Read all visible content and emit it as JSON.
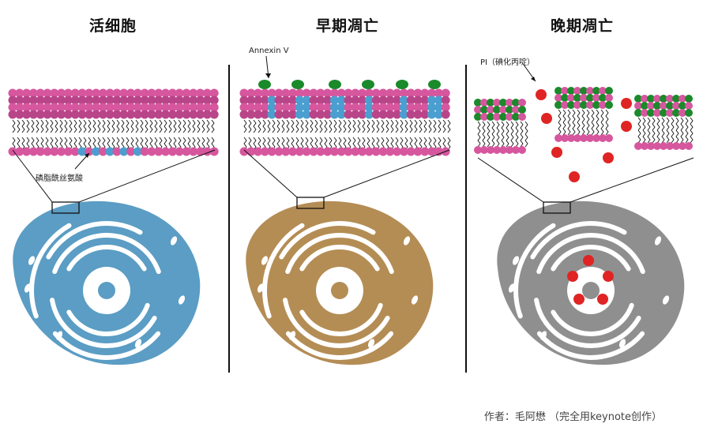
{
  "panels": [
    {
      "title": "活细胞",
      "cell_color": "#5b9dc4",
      "annotation": "磷脂酰丝氨酸"
    },
    {
      "title": "早期凋亡",
      "cell_color": "#b48d55",
      "annotation": "Annexin V"
    },
    {
      "title": "晚期凋亡",
      "cell_color": "#8f8f8f",
      "annotation": "PI（碘化丙啶）"
    }
  ],
  "credit": "作者：毛阿懋 （完全用keynote创作）",
  "colors": {
    "lipid_head": "#d6579e",
    "lipid_head_dark": "#b94589",
    "phosphatidylserine": "#4a9fd0",
    "annexin": "#1a8a2a",
    "pi_dye": "#e02424",
    "tail": "#111111"
  }
}
